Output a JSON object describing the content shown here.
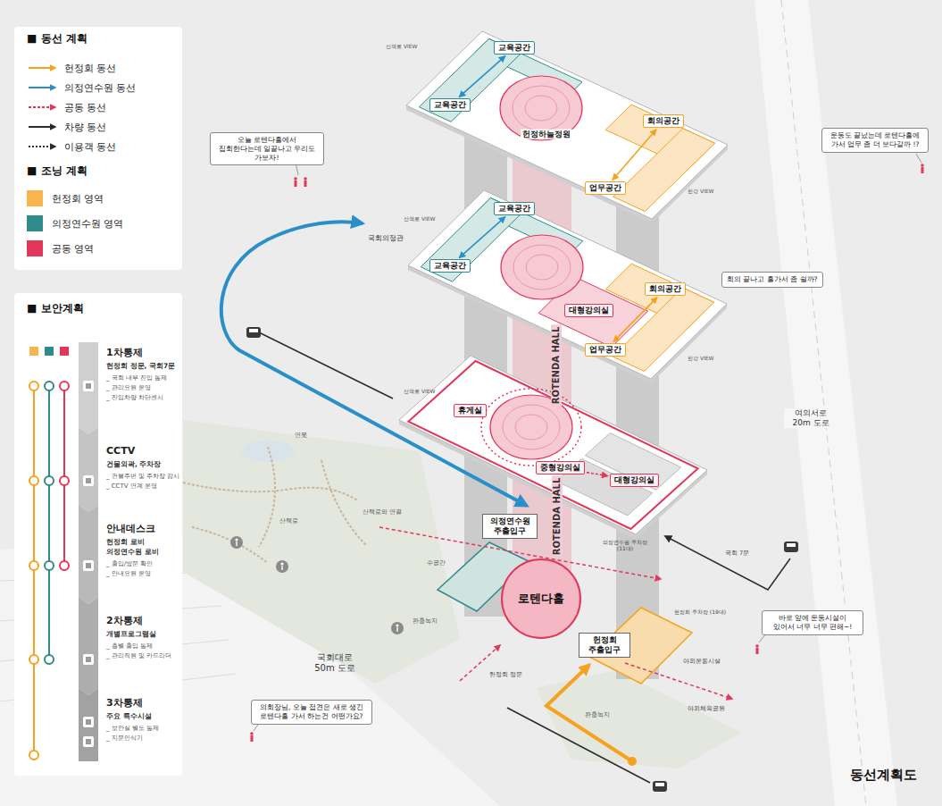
{
  "diagram": {
    "title": "동선계획도",
    "nodes": [
      {
        "text": [
          "교육공간"
        ]
      },
      {
        "text": [
          "교육공간"
        ]
      },
      {
        "text": [
          "회의공간"
        ]
      },
      {
        "text": [
          "업무공간"
        ]
      },
      {
        "text": [
          "교육공간"
        ]
      },
      {
        "text": [
          "교육공간"
        ]
      },
      {
        "text": [
          "대형강의실"
        ]
      },
      {
        "text": [
          "회의공간"
        ]
      },
      {
        "text": [
          "업무공간"
        ]
      },
      {
        "text": [
          "휴게실"
        ]
      },
      {
        "text": [
          "중형강의실"
        ]
      },
      {
        "text": [
          "대형강의실"
        ]
      },
      {
        "text": [
          "의정연수원 주출입구"
        ]
      },
      {
        "text": [
          "로텐다홀"
        ]
      },
      {
        "text": [
          "헌정회 주출입구"
        ]
      },
      {
        "text": [
          "오늘 로텐다홀에서 집회한다는데 일끝나고 우리도 가보자!"
        ]
      },
      {
        "text": [
          "운동도 끝났는데 로텐다홀에 가서 업무 좀 더 보다갈까 !?"
        ]
      },
      {
        "text": [
          "회의 끝나고 홀가서 좀 쉴까?"
        ]
      },
      {
        "text": [
          "바로 앞에 운동시설이 있어서 너무 너무 편해~!"
        ]
      },
      {
        "text": [
          "의회장님, 오늘 접견은 새로 생긴 로텐다홀 가서 하는건 어떤가요?"
        ]
      }
    ],
    "edges": [
      {
        "from": 0,
        "to": 1,
        "arrow": "both"
      },
      {
        "from": 2,
        "to": 3,
        "arrow": "both"
      },
      {
        "from": 4,
        "to": 5,
        "arrow": "both"
      },
      {
        "from": 7,
        "to": 8,
        "arrow": "both"
      },
      {
        "from": 10,
        "to": 11,
        "arrow": "to"
      }
    ],
    "labels": [
      "■ 동선 계획",
      "■ 조닝 계획",
      "■ 보안계획",
      "1차통제",
      "헌정회 정문, 국회7문",
      "_ 국회 내부 진입 통제",
      "_ 관리요원 운영",
      "_ 진입차량 차단센서",
      "CCTV",
      "건물외곽, 주차장",
      "_ 건물주변 및 주차장 감시",
      "_ CCTV 연계 운영",
      "안내데스크",
      "헌정회 로비",
      "의정연수원 로비",
      "_ 출입/방문 확인",
      "_ 안내요원 운영",
      "2차통제",
      "개별프로그램실",
      "_ 층별 출입 통제",
      "_ 관리직원 및 카드리더",
      "3차통제",
      "주요 특수시설",
      "_ 보안실 별도 통제",
      "_ 지문인식기",
      "산책로 VIEW",
      "한강 VIEW",
      "산책로 VIEW",
      "국회의정관",
      "한강 VIEW",
      "산책로 VIEW",
      "여의서로 20m 도로",
      "연못",
      "산책로",
      "산책로와 연결",
      "수공간",
      "완충녹지",
      "의정연수원 주차장 (11대)",
      "국회 7문",
      "헌정회 주차장 (19대)",
      "야외운동시설",
      "야외체육공원",
      "헌정회 정문",
      "완충녹지",
      "국회대로 50m 도로",
      "ROTENDA HALL",
      "ROTENDA HALL",
      "헌정하늘정원"
    ],
    "legend": [
      {
        "text": "헌정회 동선"
      },
      {
        "text": "의정연수원 동선"
      },
      {
        "text": "공동 동선"
      },
      {
        "text": "차량 동선"
      },
      {
        "text": "이용객 동선"
      },
      {
        "text": "헌정회 영역",
        "color": "#f9b44d"
      },
      {
        "text": "의정연수원 영역",
        "color": "#2e8b8a"
      },
      {
        "text": "공동 영역",
        "color": "#e2365b"
      }
    ]
  }
}
